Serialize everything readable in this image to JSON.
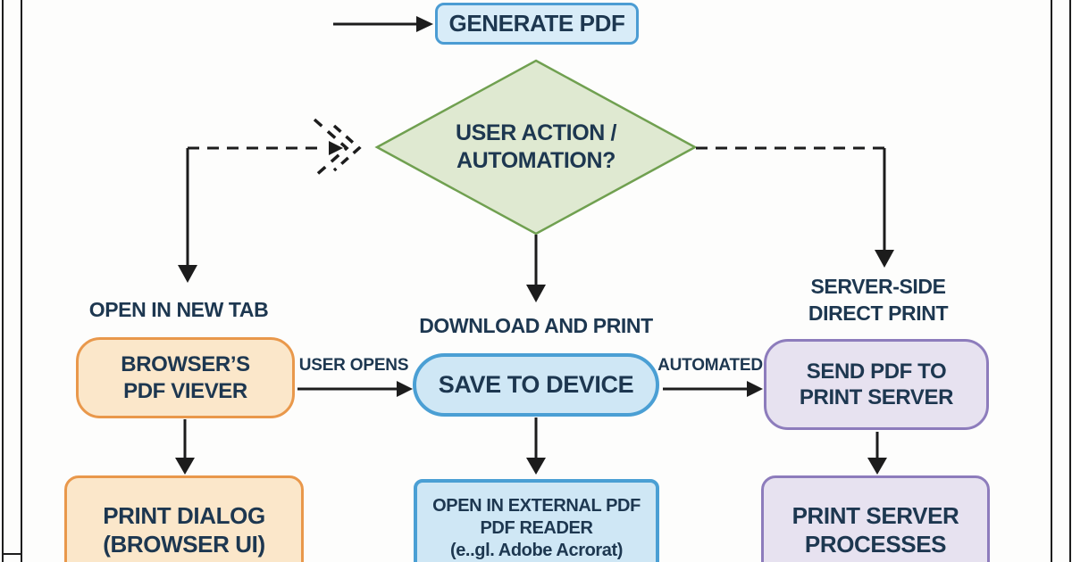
{
  "diagram": {
    "title": "PDF print workflow flowchart",
    "palette": {
      "background": "#fdfdfc",
      "text": "#1d3750",
      "arrow": "#1c1c1c",
      "blue_fill": "#d8ecf8",
      "blue_border": "#4b9cd3",
      "green_fill": "#dfe9d1",
      "green_border": "#70a050",
      "orange_fill": "#fbe7ca",
      "orange_border": "#e9984b",
      "purple_fill": "#e7e2f0",
      "purple_border": "#8d7cbc"
    },
    "nodes": {
      "generate_pdf": {
        "label": "GENERATE PDF"
      },
      "decision": {
        "label": "USER ACTION /\nAUTOMATION?"
      },
      "browser_viewer": {
        "label": "BROWSER’S\nPDF VIEVER"
      },
      "save_to_device": {
        "label": "SAVE TO DEVICE"
      },
      "send_to_print_server": {
        "label": "SEND PDF TO\nPRINT SERVER"
      },
      "print_dialog": {
        "label": "PRINT DIALOG\n(BROWSER UI)"
      },
      "external_reader": {
        "label": "OPEN IN EXTERNAL PDF\nPDF READER\n(e..gl. Adobe Acrorat)"
      },
      "server_processes": {
        "label": "PRINT SERVER\nPROCESSES"
      }
    },
    "branch_labels": {
      "left": "OPEN IN NEW TAB",
      "middle": "DOWNLOAD AND PRINT",
      "right": "SERVER-SIDE\nDIRECT PRINT"
    },
    "edge_labels": {
      "user_opens": "USER OPENS",
      "automated": "AUTOMATED"
    }
  }
}
